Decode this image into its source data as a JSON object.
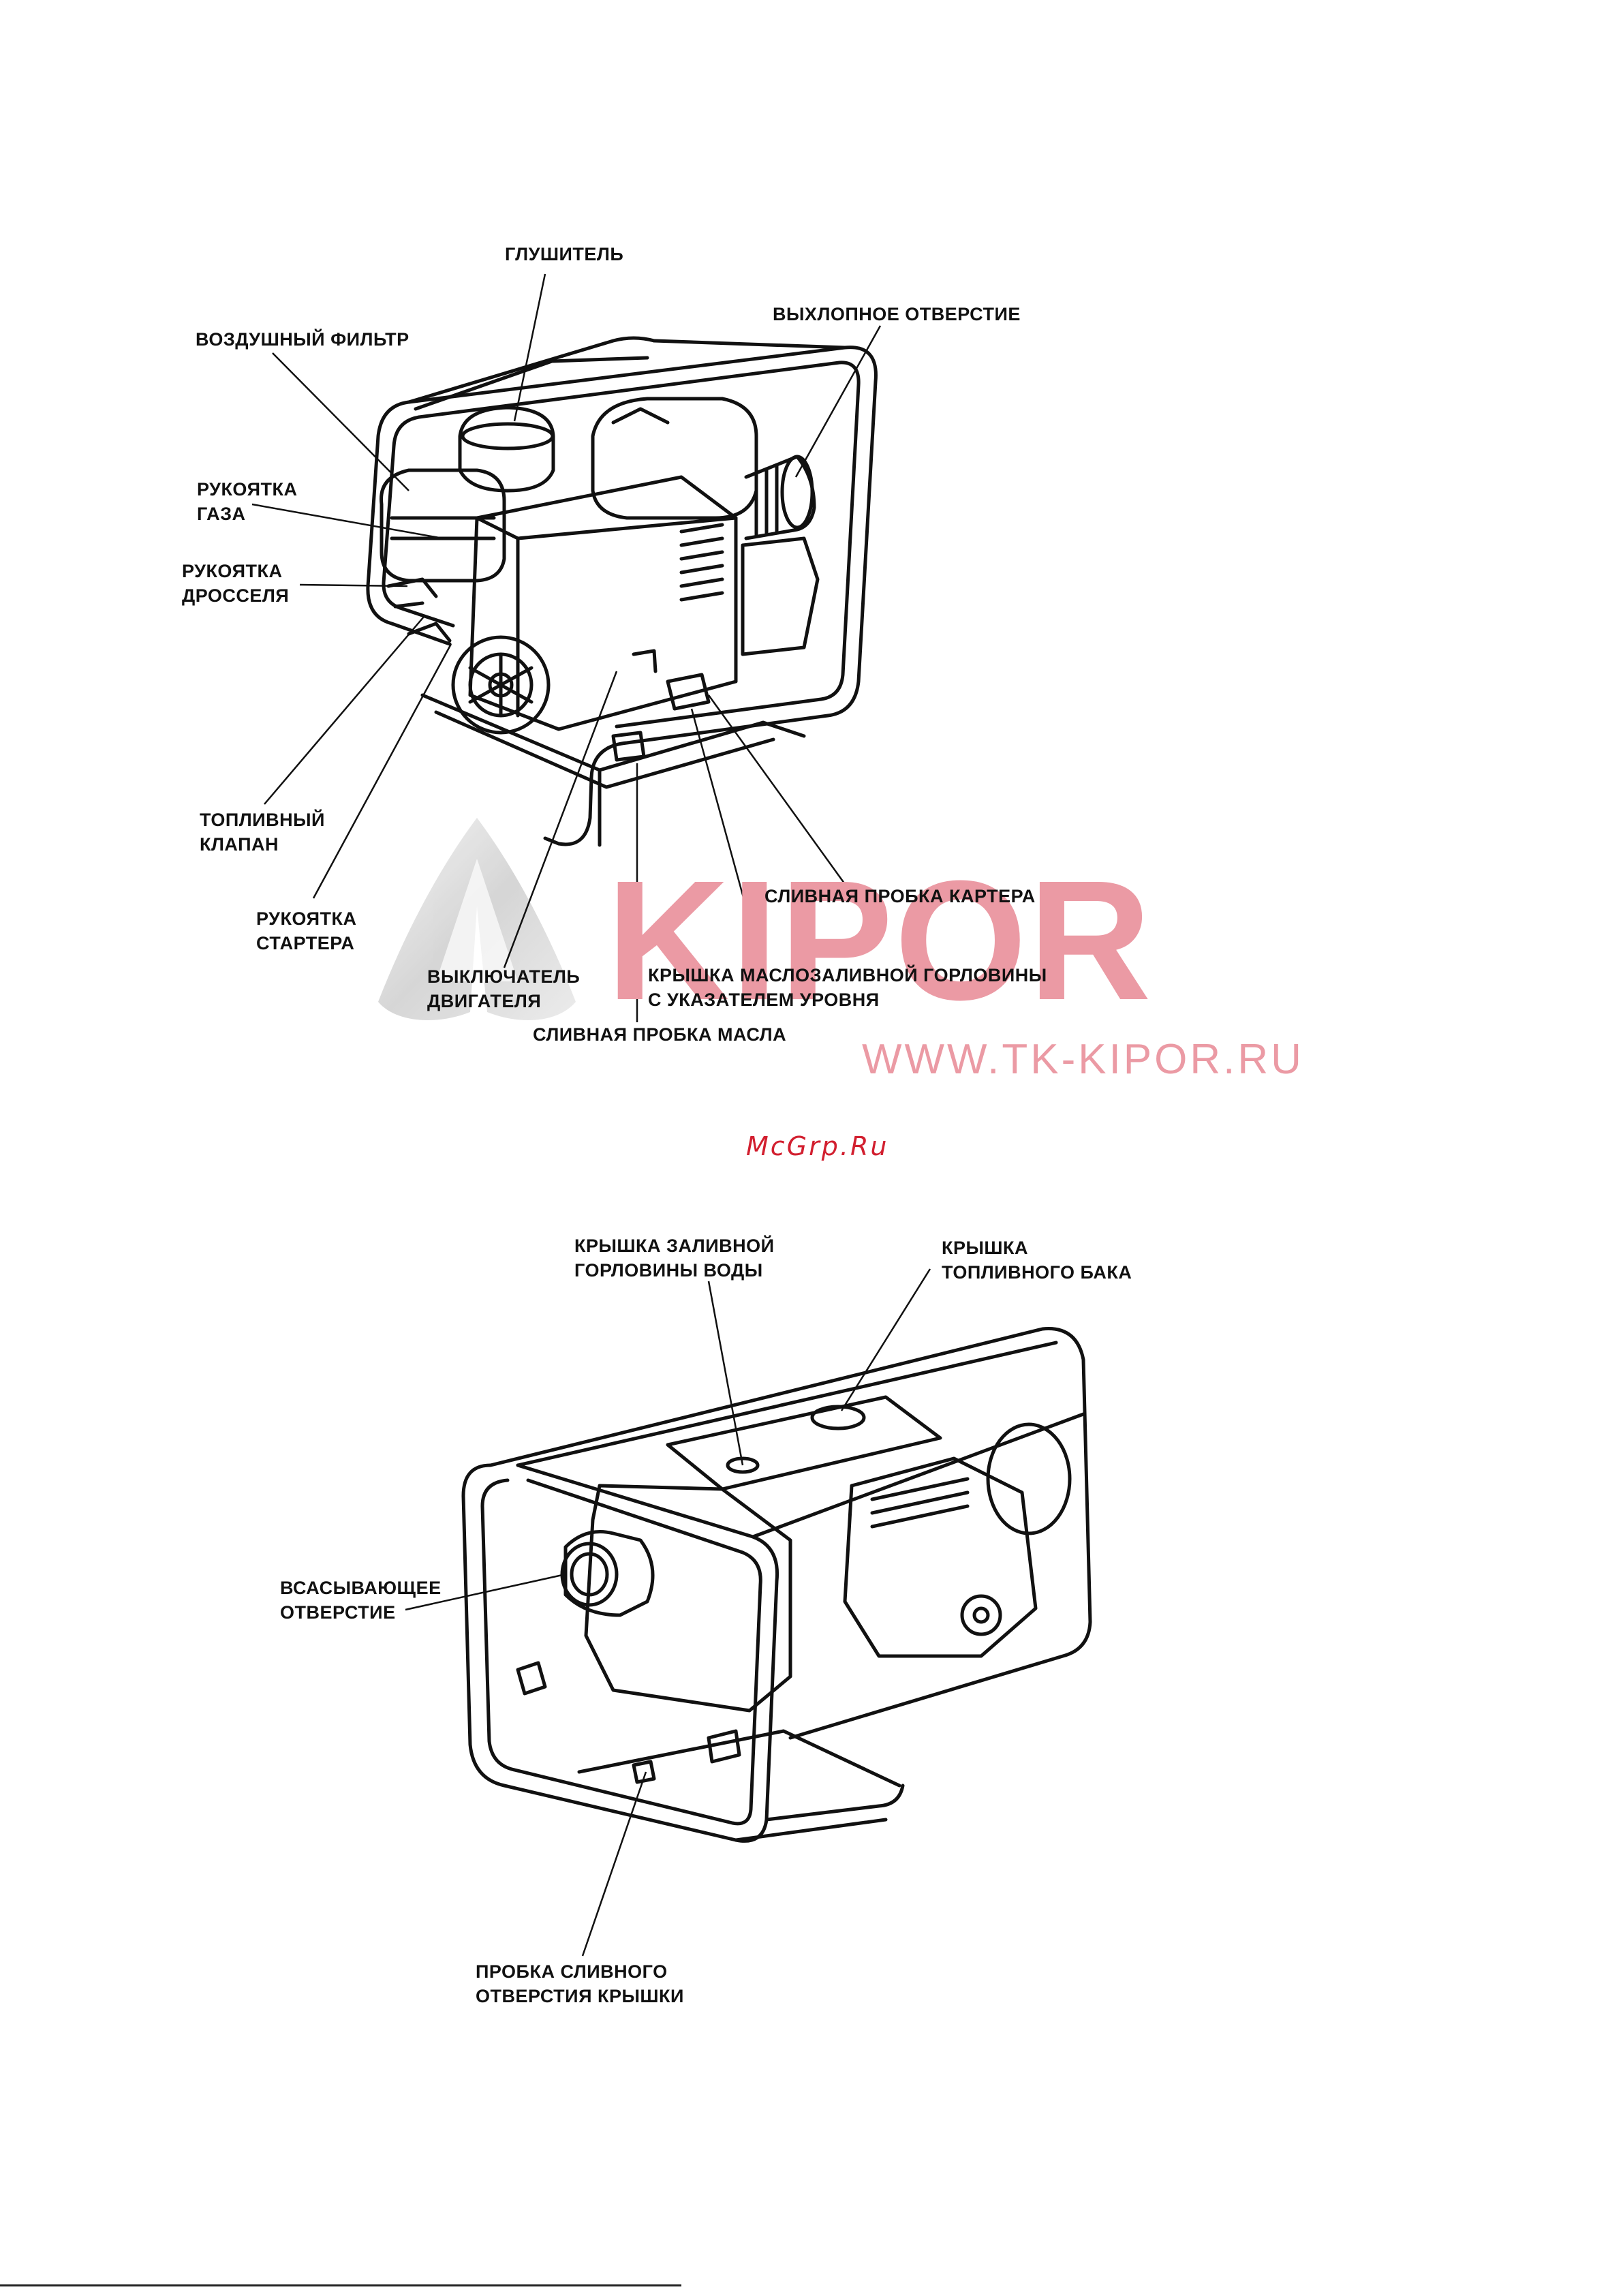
{
  "diagram1": {
    "labels": {
      "muffler": "ГЛУШИТЕЛЬ",
      "exhaust_port": "ВЫХЛОПНОЕ ОТВЕРСТИЕ",
      "air_filter": "ВОЗДУШНЫЙ ФИЛЬТР",
      "throttle_lever": "РУКОЯТКА\nГАЗА",
      "choke_lever": "РУКОЯТКА\nДРОССЕЛЯ",
      "fuel_valve": "ТОПЛИВНЫЙ\nКЛАПАН",
      "starter_grip": "РУКОЯТКА\nСТАРТЕРА",
      "engine_switch": "ВЫКЛЮЧАТЕЛЬ\nДВИГАТЕЛЯ",
      "oil_drain_plug": "СЛИВНАЯ ПРОБКА МАСЛА",
      "oil_filler_cap": "КРЫШКА МАСЛОЗАЛИВНОЙ ГОРЛОВИНЫ\nС УКАЗАТЕЛЕМ УРОВНЯ",
      "crankcase_drain_plug": "СЛИВНАЯ ПРОБКА КАРТЕРА"
    }
  },
  "watermark": {
    "brand": "KIPOR",
    "url": "WWW.TK-KIPOR.RU",
    "color": "#eb9aa4"
  },
  "site_mark": {
    "text": "McGrp.Ru",
    "color": "#d21f2f"
  },
  "diagram2": {
    "labels": {
      "water_filler_cap": "КРЫШКА ЗАЛИВНОЙ\nГОРЛОВИНЫ ВОДЫ",
      "fuel_tank_cap": "КРЫШКА\nТОПЛИВНОГО БАКА",
      "suction_port": "ВСАСЫВАЮЩЕЕ\nОТВЕРСТИЕ",
      "casing_drain_plug": "ПРОБКА СЛИВНОГО\nОТВЕРСТИЯ КРЫШКИ"
    }
  }
}
